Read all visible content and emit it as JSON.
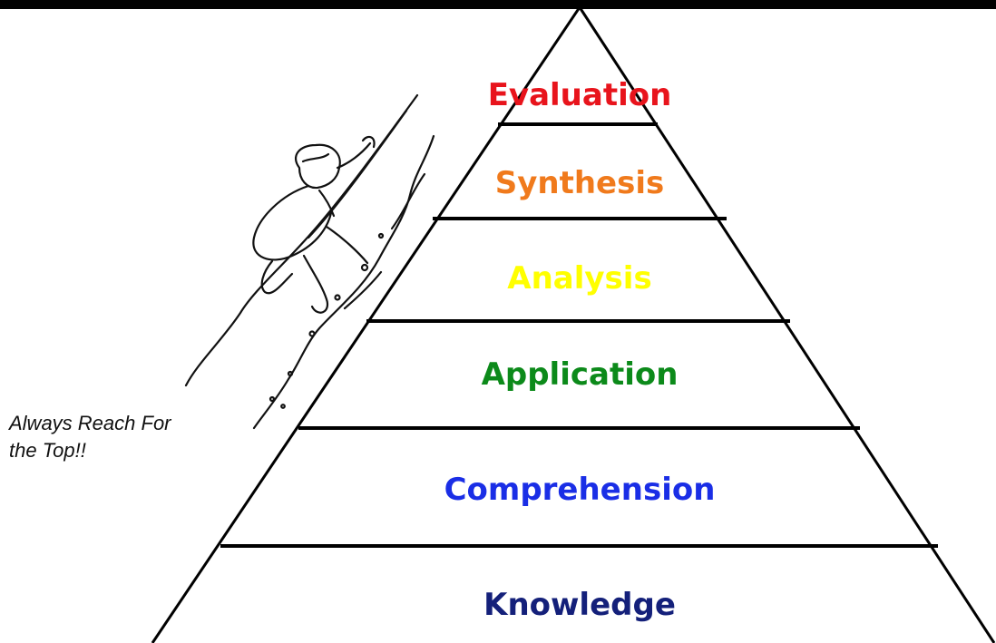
{
  "caption": {
    "line1": "Always Reach For",
    "line2": "the Top!!"
  },
  "levels": [
    {
      "label": "Evaluation",
      "color": "#e8141c"
    },
    {
      "label": "Synthesis",
      "color": "#f07a1c"
    },
    {
      "label": "Analysis",
      "color": "#ffff00"
    },
    {
      "label": "Application",
      "color": "#0c8a1a"
    },
    {
      "label": "Comprehension",
      "color": "#1a2ee6"
    },
    {
      "label": "Knowledge",
      "color": "#14207a"
    }
  ],
  "illustration": "climber-sketch"
}
